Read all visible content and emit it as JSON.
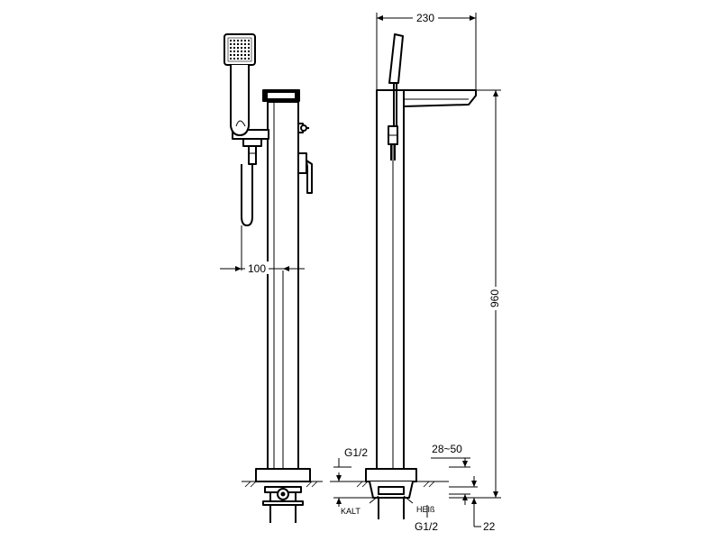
{
  "dimensions": {
    "width_top": "230",
    "height_total": "960",
    "shower_offset": "100",
    "thread_left": "G1/2",
    "adjust_range": "28~50",
    "thread_bottom": "G1/2",
    "base_height": "22"
  },
  "labels": {
    "cold": "KALT",
    "hot": "HEIß"
  }
}
